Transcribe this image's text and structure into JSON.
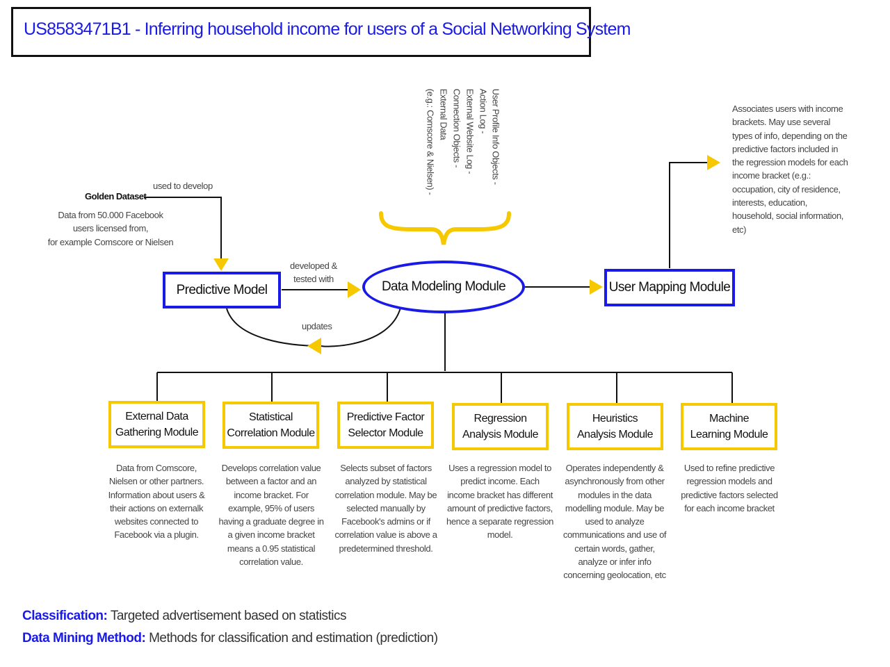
{
  "title": "US8583471B1 - Inferring household income for users of a Social Networking System",
  "golden_dataset": {
    "label": "Golden Dataset",
    "description": [
      "Data from 50.000 Facebook",
      "users licensed from,",
      "for example Comscore or Nielsen"
    ],
    "edge_label": "used to develop"
  },
  "nodes": {
    "predictive_model": "Predictive Model",
    "data_modeling_module": "Data Modeling Module",
    "user_mapping_module": "User Mapping Module"
  },
  "edges": {
    "developed_tested": [
      "developed &",
      "tested with"
    ],
    "updates": "updates"
  },
  "data_inputs": [
    "User Profile Info Objects -",
    "Action Log -",
    "External Website Log -",
    "Connection Objects -",
    "External Data",
    "(e.g.: Comscore & Nielsen) -"
  ],
  "user_mapping_note": [
    "Associates users with income",
    "brackets. May use several",
    "types of info, depending on the",
    "predictive factors included in",
    "the regression models for each",
    "income bracket (e.g.:",
    "occupation, city of residence,",
    "interests, education,",
    "household, social information,",
    "etc)"
  ],
  "modules": [
    {
      "title": [
        "External Data",
        "Gathering Module"
      ],
      "desc": [
        "Data from Comscore,",
        "Nielsen or other partners.",
        "Information about users &",
        "their actions on externalk",
        "websites connected to",
        "Facebook via a plugin."
      ]
    },
    {
      "title": [
        "Statistical",
        "Correlation Module"
      ],
      "desc": [
        "Develops correlation value",
        "between a factor and an",
        "income bracket. For",
        "example, 95% of users",
        "having a graduate degree in",
        "a given income bracket",
        "means a 0.95 statistical",
        "correlation value."
      ]
    },
    {
      "title": [
        "Predictive Factor",
        "Selector Module"
      ],
      "desc": [
        "Selects subset of factors",
        "analyzed by statistical",
        "correlation module. May be",
        "selected manually by",
        "Facebook's admins or if",
        "correlation value is above a",
        "predetermined threshold."
      ]
    },
    {
      "title": [
        "Regression",
        "Analysis Module"
      ],
      "desc": [
        "Uses a regression model to",
        "predict income. Each",
        "income bracket has different",
        "amount of predictive factors,",
        "hence a separate regression",
        "model."
      ]
    },
    {
      "title": [
        "Heuristics",
        "Analysis Module"
      ],
      "desc": [
        "Operates independently &",
        "asynchronously from other",
        "modules in the data",
        "modelling module. May be",
        "used to analyze",
        "communications and use of",
        "certain words, gather,",
        "analyze or infer info",
        "concerning geolocation, etc"
      ]
    },
    {
      "title": [
        "Machine",
        "Learning Module"
      ],
      "desc": [
        "Used to refine predictive",
        "regression models and",
        "predictive factors selected",
        "for each income bracket"
      ]
    }
  ],
  "footer": {
    "classification_key": "Classification:",
    "classification_value": "Targeted advertisement based on statistics",
    "method_key": "Data Mining Method:",
    "method_value": "Methods for classification and estimation (prediction)"
  },
  "colors": {
    "blue": "#1a1ae6",
    "yellow": "#f5c800",
    "line": "#111111"
  }
}
